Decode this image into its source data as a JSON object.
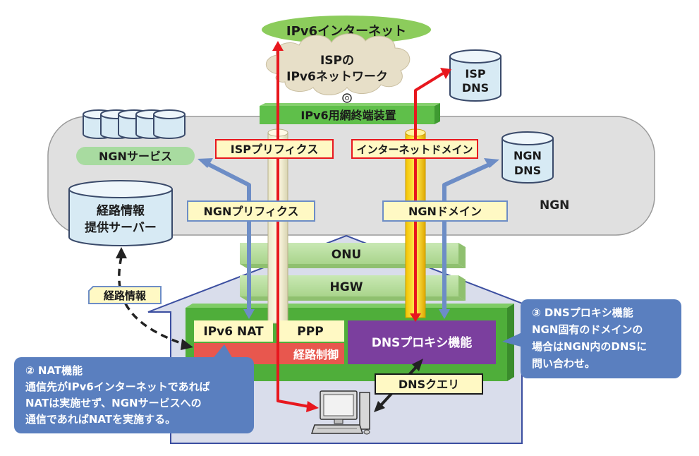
{
  "colors": {
    "internet_green": "#8ccc5c",
    "cloud_fill": "#e7dfc8",
    "db_fill": "#d7eaf4",
    "ngn_fill": "#e0e0e0",
    "house_fill": "#d9ddeb",
    "device_green": "#4fae3a",
    "label_yellow": "#fff9c4",
    "nat_red": "#e8574e",
    "dns_purple": "#7b3f9e",
    "callout_blue": "#5a7fbf",
    "arrow_red": "#e8171e",
    "arrow_blue": "#6d8dc6",
    "arrow_black": "#222222"
  },
  "labels": {
    "ipv6_internet": "IPv6インターネット",
    "isp_net_line1": "ISPの",
    "isp_net_line2": "IPv6ネットワーク",
    "isp_dns_line1": "ISP",
    "isp_dns_line2": "DNS",
    "ipv6_nte": "IPv6用網終端装置",
    "ngn_service": "NGNサービス",
    "isp_prefix": "ISPプリフィクス",
    "internet_domain": "インターネットドメイン",
    "ngn_dns_line1": "NGN",
    "ngn_dns_line2": "DNS",
    "route_server_line1": "経路情報",
    "route_server_line2": "提供サーバー",
    "ngn_prefix": "NGNプリフィクス",
    "ngn_domain": "NGNドメイン",
    "ngn": "NGN",
    "onu": "ONU",
    "hgw": "HGW",
    "route_info": "経路情報",
    "ipv6_nat": "IPv6 NAT",
    "ppp": "PPP",
    "routing_control": "経路制御",
    "dns_proxy": "DNSプロキシ機能",
    "dns_query": "DNSクエリ"
  },
  "callouts": {
    "nat": {
      "line1": "② NAT機能",
      "line2": "通信先がIPv6インターネットであれば",
      "line3": "NATは実施せず、NGNサービスへの",
      "line4": "通信であればNATを実施する。"
    },
    "dns": {
      "line1": "③ DNSプロキシ機能",
      "line2": "NGN固有のドメインの",
      "line3": "場合はNGN内のDNSに",
      "line4": "問い合わせ。"
    }
  }
}
